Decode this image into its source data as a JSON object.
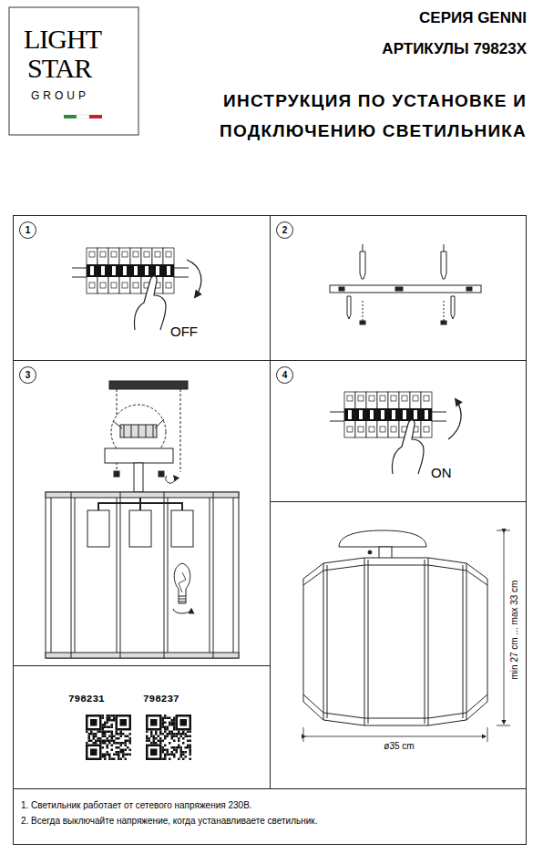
{
  "diagram": {
    "title": "ИНСТРУКЦИЯ ПО УСТАНОВКЕ И ПОДКЛЮЧЕНИЮ СВЕТИЛЬНИКА",
    "nodes": [
      {
        "text": [
          "1",
          "OFF"
        ]
      },
      {
        "text": [
          "2"
        ]
      },
      {
        "text": [
          "3"
        ]
      },
      {
        "text": [
          "4",
          "ON"
        ]
      },
      {
        "text": [
          "min 27 cm ... max 33 cm",
          "ø35 cm"
        ]
      },
      {
        "text": [
          "798231",
          "798237"
        ]
      },
      {
        "text": [
          "1. Светильник работает от сетевого напряжения 230В.",
          "2. Всегда выключайте напряжение, когда устанавливаете светильник."
        ]
      }
    ],
    "labels": [
      "LIGHT",
      "STAR",
      "GROUP",
      "СЕРИЯ GENNI",
      "АРТИКУЛЫ 79823X"
    ]
  }
}
